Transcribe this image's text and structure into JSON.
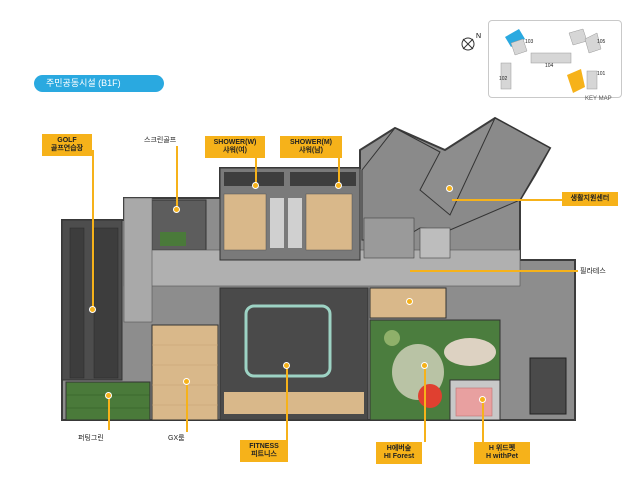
{
  "header": {
    "title": "주민공동시설 (B1F)"
  },
  "keymap": {
    "label": "KEY MAP",
    "buildings": [
      "103",
      "105",
      "104",
      "102",
      "101"
    ]
  },
  "labels": {
    "golf": [
      "GOLF",
      "골프연습장"
    ],
    "screen_golf": "스크린골프",
    "shower_w": [
      "SHOWER(W)",
      "샤워(여)"
    ],
    "shower_m": [
      "SHOWER(M)",
      "샤워(남)"
    ],
    "life_center": "생활지원센터",
    "pilates": "필라테스",
    "putting": "퍼팅그린",
    "gx": "GX룸",
    "fitness": [
      "FITNESS",
      "피트니스"
    ],
    "forest": [
      "H에버숲",
      "HI Forest"
    ],
    "withpet": [
      "H 위드펫",
      "H withPet"
    ]
  },
  "colors": {
    "accent": "#f6b21a",
    "pill": "#2aa9e0",
    "wood": "#d9b88a",
    "floor": "#a6a6a6",
    "dark": "#5a5a5a",
    "green": "#4a7a3a"
  }
}
